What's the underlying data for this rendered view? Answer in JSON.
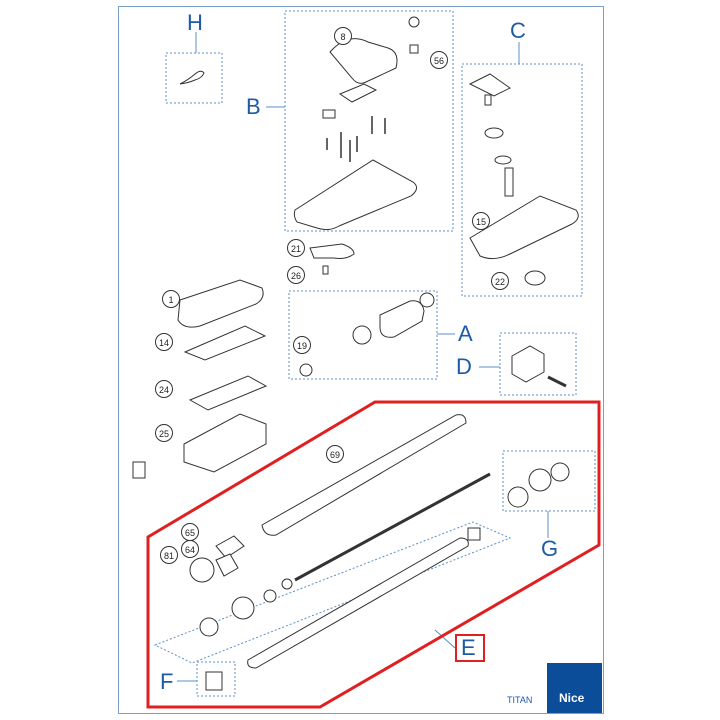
{
  "groups": {
    "H": "H",
    "B": "B",
    "C": "C",
    "A": "A",
    "D": "D",
    "G": "G",
    "E": "E",
    "F": "F"
  },
  "parts": {
    "p8": "8",
    "p56": "56",
    "p15": "15",
    "p22": "22",
    "p21": "21",
    "p26": "26",
    "p1": "1",
    "p14": "14",
    "p19": "19",
    "p24": "24",
    "p25": "25",
    "p69": "69",
    "p65": "65",
    "p64": "64",
    "p81": "81"
  },
  "footer": {
    "model": "TITAN",
    "brand": "Nice"
  },
  "colors": {
    "group_label": "#1d5aa8",
    "highlight": "#e02020",
    "brand_bg": "#0c4d9a",
    "dashed_box": "#5b8fc9"
  }
}
